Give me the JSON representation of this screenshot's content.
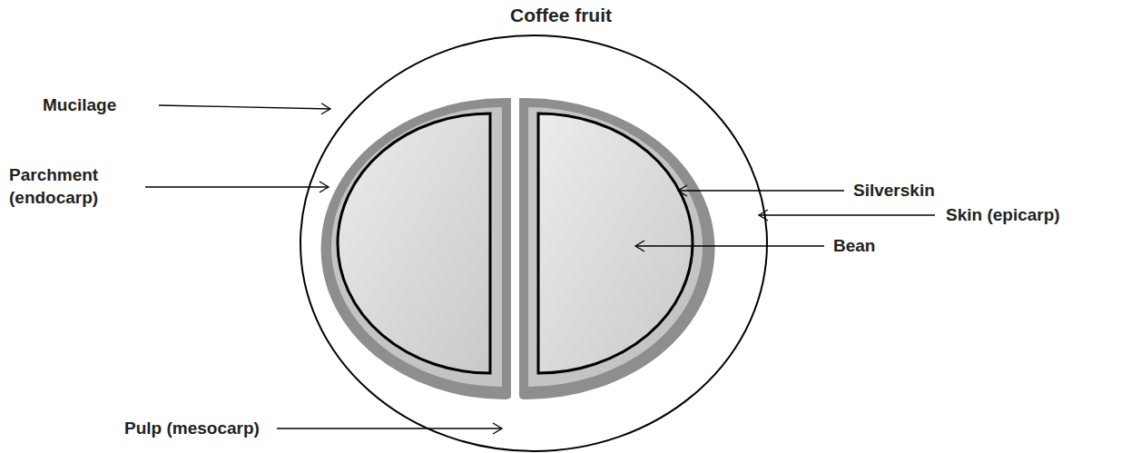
{
  "diagram": {
    "title": "Coffee fruit",
    "labels": [
      "Mucilage",
      "Parchment (endocarp)",
      "Silverskin",
      "Skin (epicarp)",
      "Bean",
      "Pulp (mesocarp)"
    ]
  }
}
